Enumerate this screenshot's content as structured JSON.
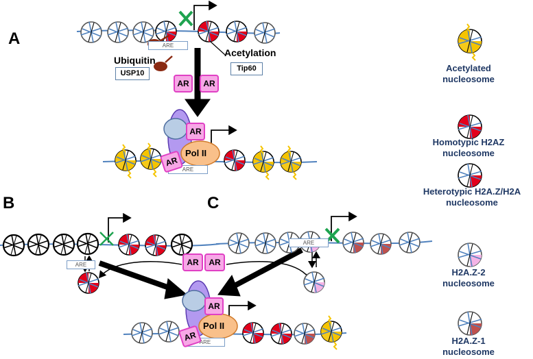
{
  "panels": {
    "a": "A",
    "b": "B",
    "c": "C"
  },
  "labels": {
    "ubiquitin": "Ubiquitin",
    "usp10": "USP10",
    "acetylation": "Acetylation",
    "tip60": "Tip60",
    "are": "ARE",
    "ar": "AR",
    "pol": "Pol",
    "pol_suffix": "II"
  },
  "legend": {
    "acetylated": [
      "Acetylated",
      "nucleosome"
    ],
    "homotypic": [
      "Homotypic H2AZ",
      "nucleosome"
    ],
    "heterotypic": [
      "Heterotypic H2A.Z/H2A",
      "nucleosome"
    ],
    "h2az2": [
      "H2A.Z-2",
      "nucleosome"
    ],
    "h2az1": [
      "H2A.Z-1",
      "nucleosome"
    ]
  },
  "colors": {
    "dna": "#4f81bd",
    "ar_fill": "#f7a7e6",
    "ar_border": "#e040c4",
    "pol_fill": "#f9c08a",
    "coact_fill": "#b9cde5",
    "purple": "#b399f0",
    "red": "#e3001b",
    "brown_red": "#c0504d",
    "pink": "#f4b3e6",
    "yellow": "#f5c400",
    "green_x": "#1ea34f",
    "legend_text": "#1f3864"
  }
}
